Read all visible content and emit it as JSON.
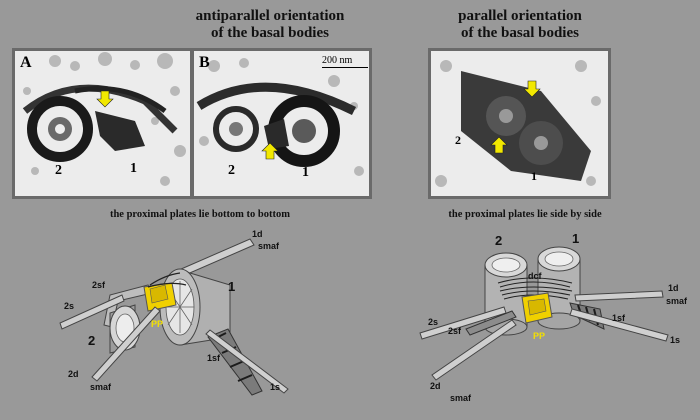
{
  "left": {
    "heading_line1": "antiparallel orientation",
    "heading_line2": "of the basal bodies",
    "caption": "the proximal plates lie bottom to bottom",
    "panel_a": {
      "letter": "A",
      "label_2": "2",
      "label_1": "1"
    },
    "panel_b": {
      "letter": "B",
      "label_2": "2",
      "label_1": "1",
      "scale": "200 nm"
    },
    "diagram": {
      "labels": {
        "l1d": "1d",
        "smaf_top": "smaf",
        "l2sf": "2sf",
        "l2s": "2s",
        "l1": "1",
        "l2": "2",
        "pp": "PP",
        "l1sf": "1sf",
        "l2d": "2d",
        "smaf_bottom": "smaf",
        "l1s": "1s"
      }
    }
  },
  "right": {
    "heading_line1": "parallel orientation",
    "heading_line2": "of the basal bodies",
    "caption": "the proximal plates lie side by side",
    "panel": {
      "label_2": "2",
      "label_1": "1"
    },
    "diagram": {
      "labels": {
        "l2": "2",
        "l1": "1",
        "dcf": "dcf",
        "l1d": "1d",
        "smaf_right": "smaf",
        "l2s": "2s",
        "l2sf": "2sf",
        "pp": "PP",
        "l1sf": "1sf",
        "l1s": "1s",
        "l2d": "2d",
        "smaf_bottom": "smaf"
      }
    }
  },
  "colors": {
    "background": "#999999",
    "arrow": "#f2e800",
    "plate": "#f0d000"
  }
}
